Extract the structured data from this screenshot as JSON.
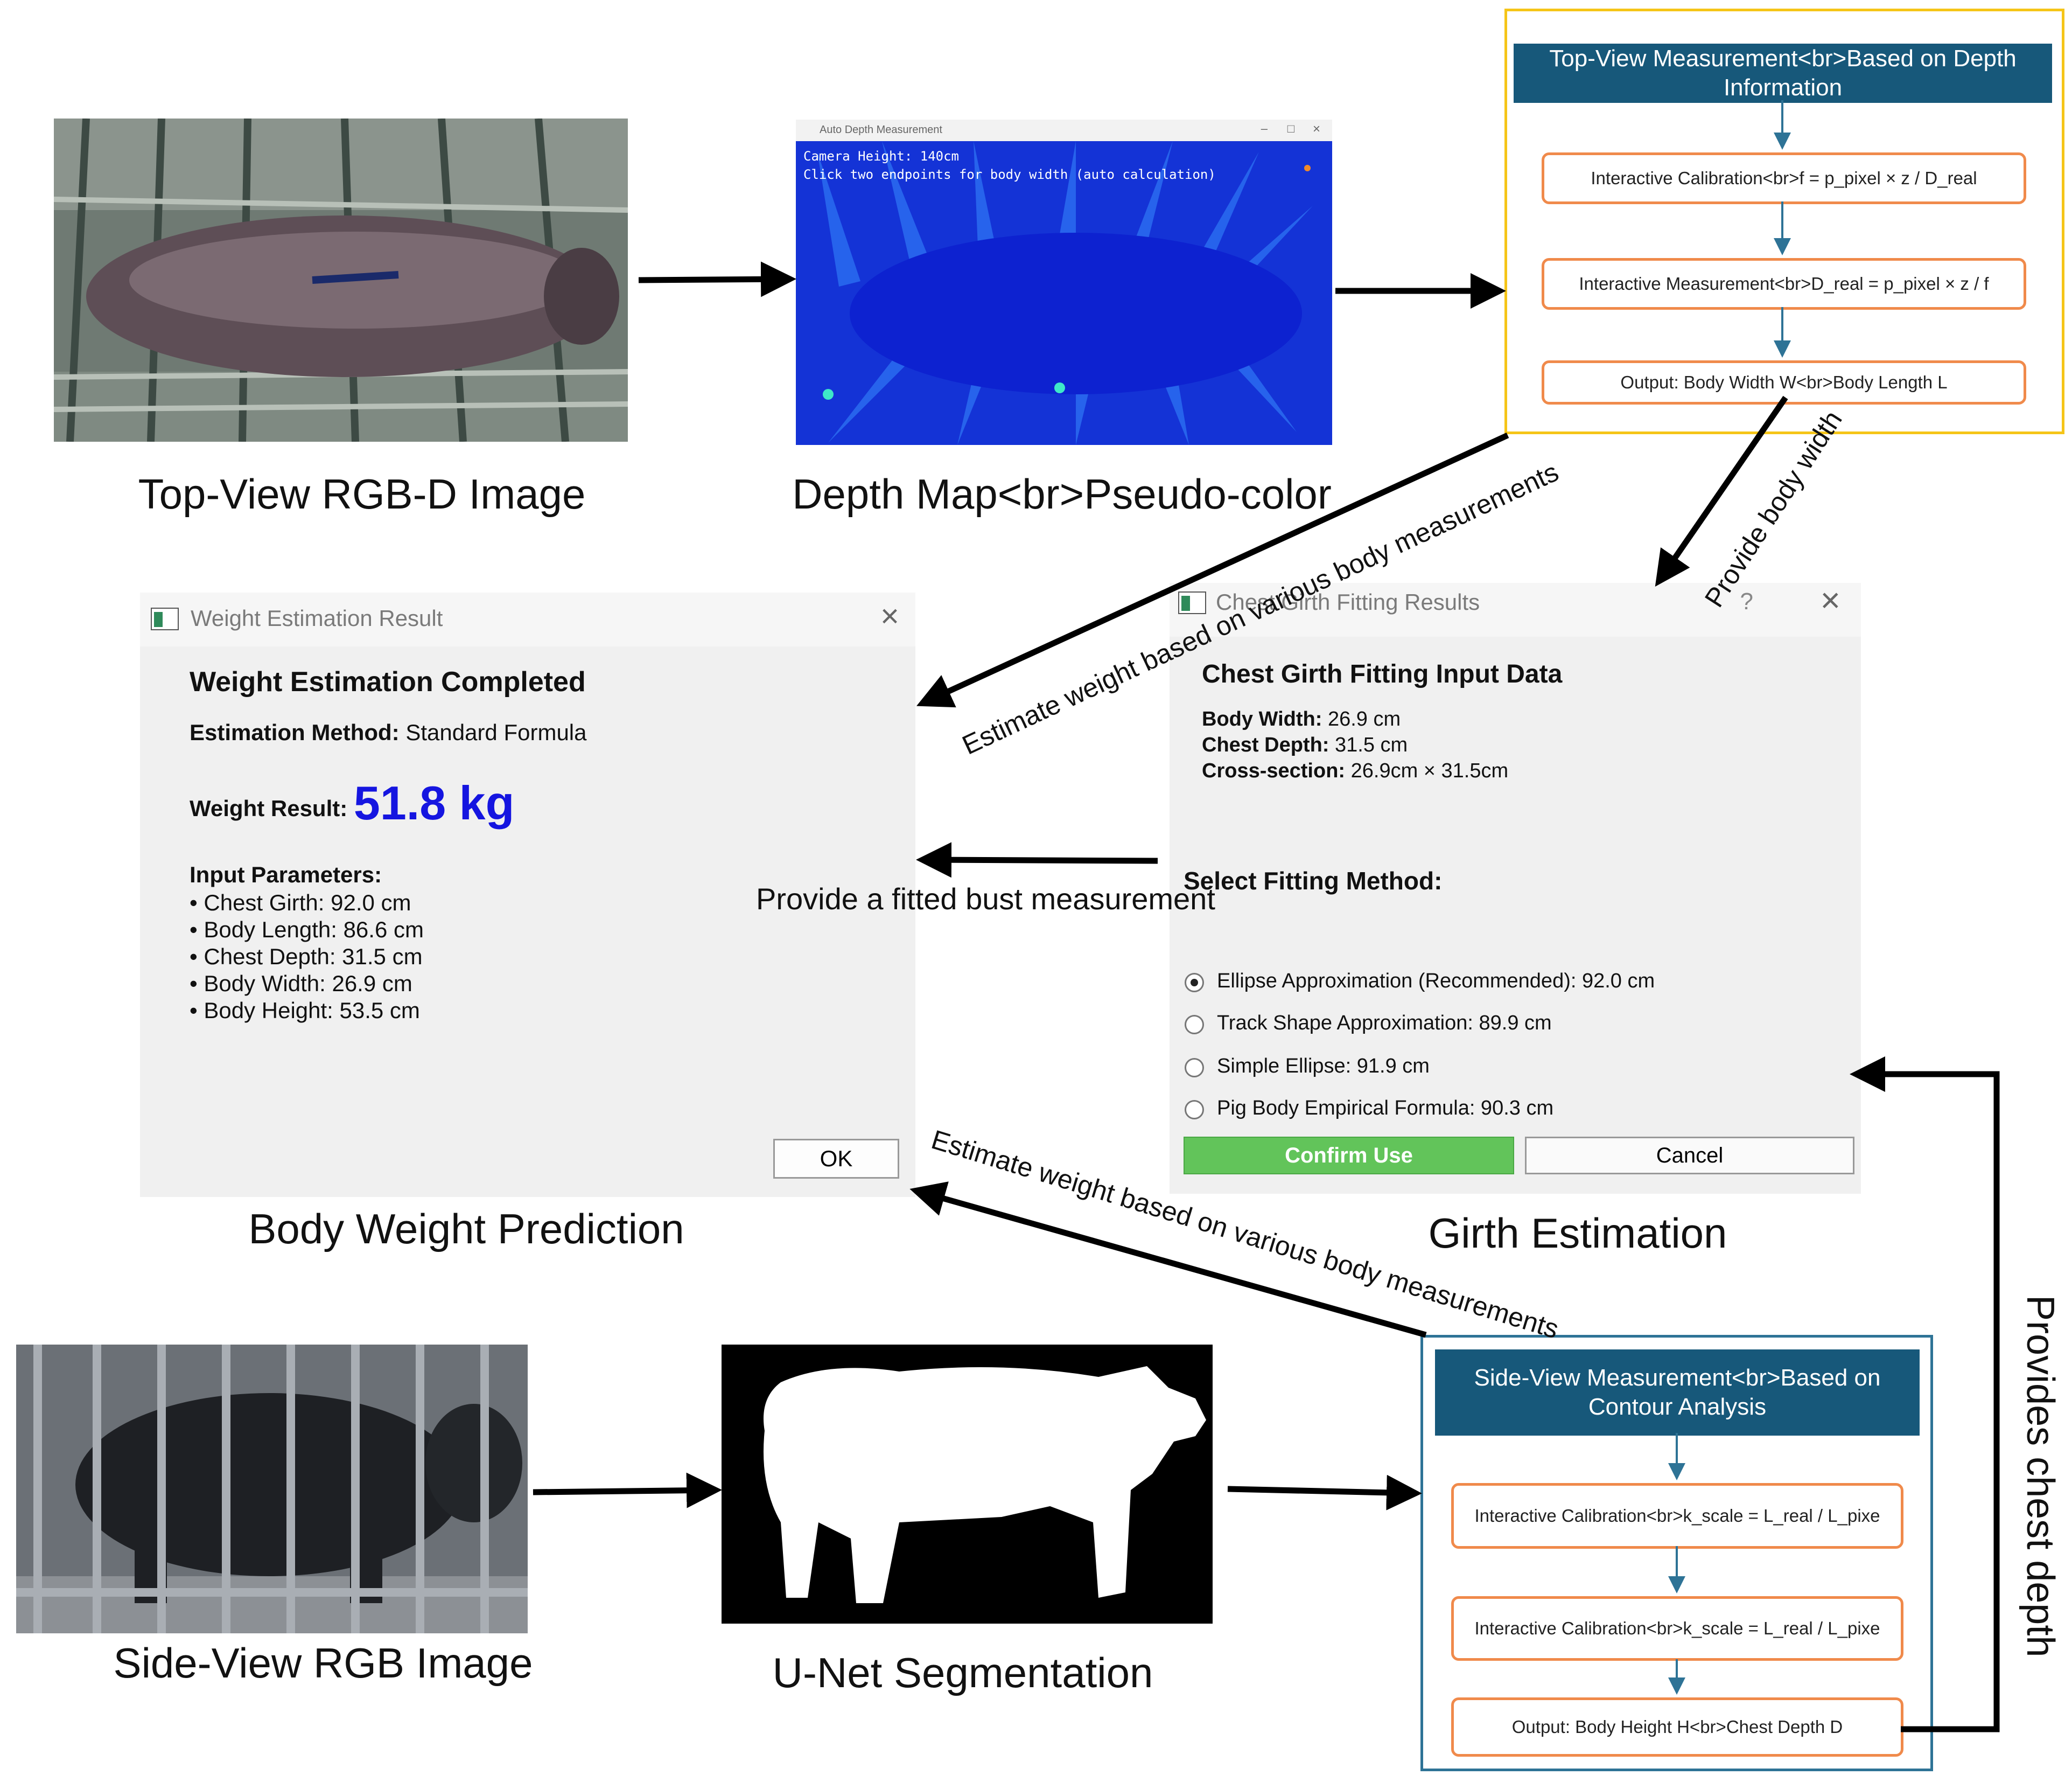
{
  "captions": {
    "top_rgbd": "Top-View RGB-D Image",
    "depth_map": "Depth Map<br>Pseudo-color",
    "weight_pred": "Body Weight Prediction",
    "girth_est": "Girth Estimation",
    "side_rgb": "Side-View RGB Image",
    "unet": "U-Net Segmentation"
  },
  "depth_window": {
    "title": "Auto Depth Measurement",
    "line1": "Camera Height: 140cm",
    "line2": "Click two endpoints for body width (auto calculation)"
  },
  "top_flow": {
    "header": "Top-View Measurement<br>Based on Depth Information",
    "steps": [
      "Interactive Calibration<br>f = p_pixel × z / D_real",
      "Interactive Measurement<br>D_real = p_pixel × z / f",
      "Output: Body Width W<br>Body Length L"
    ]
  },
  "side_flow": {
    "header": "Side-View Measurement<br>Based on Contour Analysis",
    "steps": [
      "Interactive Calibration<br>k_scale = L_real / L_pixe",
      "Interactive Calibration<br>k_scale = L_real / L_pixe",
      "Output: Body Height H<br>Chest Depth D"
    ]
  },
  "weight_dialog": {
    "title": "Weight Estimation Result",
    "heading": "Weight Estimation Completed",
    "method_label": "Estimation Method:",
    "method_value": " Standard Formula",
    "result_label": "Weight Result:",
    "result_value": "51.8 kg",
    "params_heading": "Input Parameters:",
    "params": [
      "• Chest Girth: 92.0 cm",
      "• Body Length: 86.6 cm",
      "• Chest Depth: 31.5 cm",
      "• Body Width: 26.9 cm",
      "• Body Height: 53.5 cm"
    ],
    "ok_label": "OK"
  },
  "girth_dialog": {
    "title": "Chest Girth Fitting Results",
    "help": "?",
    "heading": "Chest Girth Fitting Input Data",
    "inputs": [
      {
        "label": "Body Width:",
        "value": " 26.9 cm"
      },
      {
        "label": "Chest Depth:",
        "value": " 31.5 cm"
      },
      {
        "label": "Cross-section:",
        "value": " 26.9cm × 31.5cm"
      }
    ],
    "method_heading": "Select Fitting Method:",
    "options": [
      {
        "label": "Ellipse Approximation (Recommended): 92.0 cm",
        "selected": true
      },
      {
        "label": "Track Shape Approximation: 89.9 cm",
        "selected": false
      },
      {
        "label": "Simple Ellipse: 91.9 cm",
        "selected": false
      },
      {
        "label": "Pig Body Empirical Formula: 90.3 cm",
        "selected": false
      }
    ],
    "confirm_label": "Confirm Use",
    "cancel_label": "Cancel"
  },
  "arrow_labels": {
    "estimate_top": "Estimate weight based on various body measurements",
    "provide_width": "Provide body width",
    "provide_bust": "Provide a fitted bust measurement",
    "estimate_side": "Estimate weight based on various body measurements",
    "chest_depth": "Provides chest depth"
  },
  "colors": {
    "flow_header": "#17587a",
    "top_flow_border": "#f5c518",
    "side_flow_border": "#2e7396",
    "step_border": "#f08a4b",
    "confirm_green": "#62c45a",
    "result_blue": "#1515e0",
    "depth_blue": "#1a2fe0"
  }
}
